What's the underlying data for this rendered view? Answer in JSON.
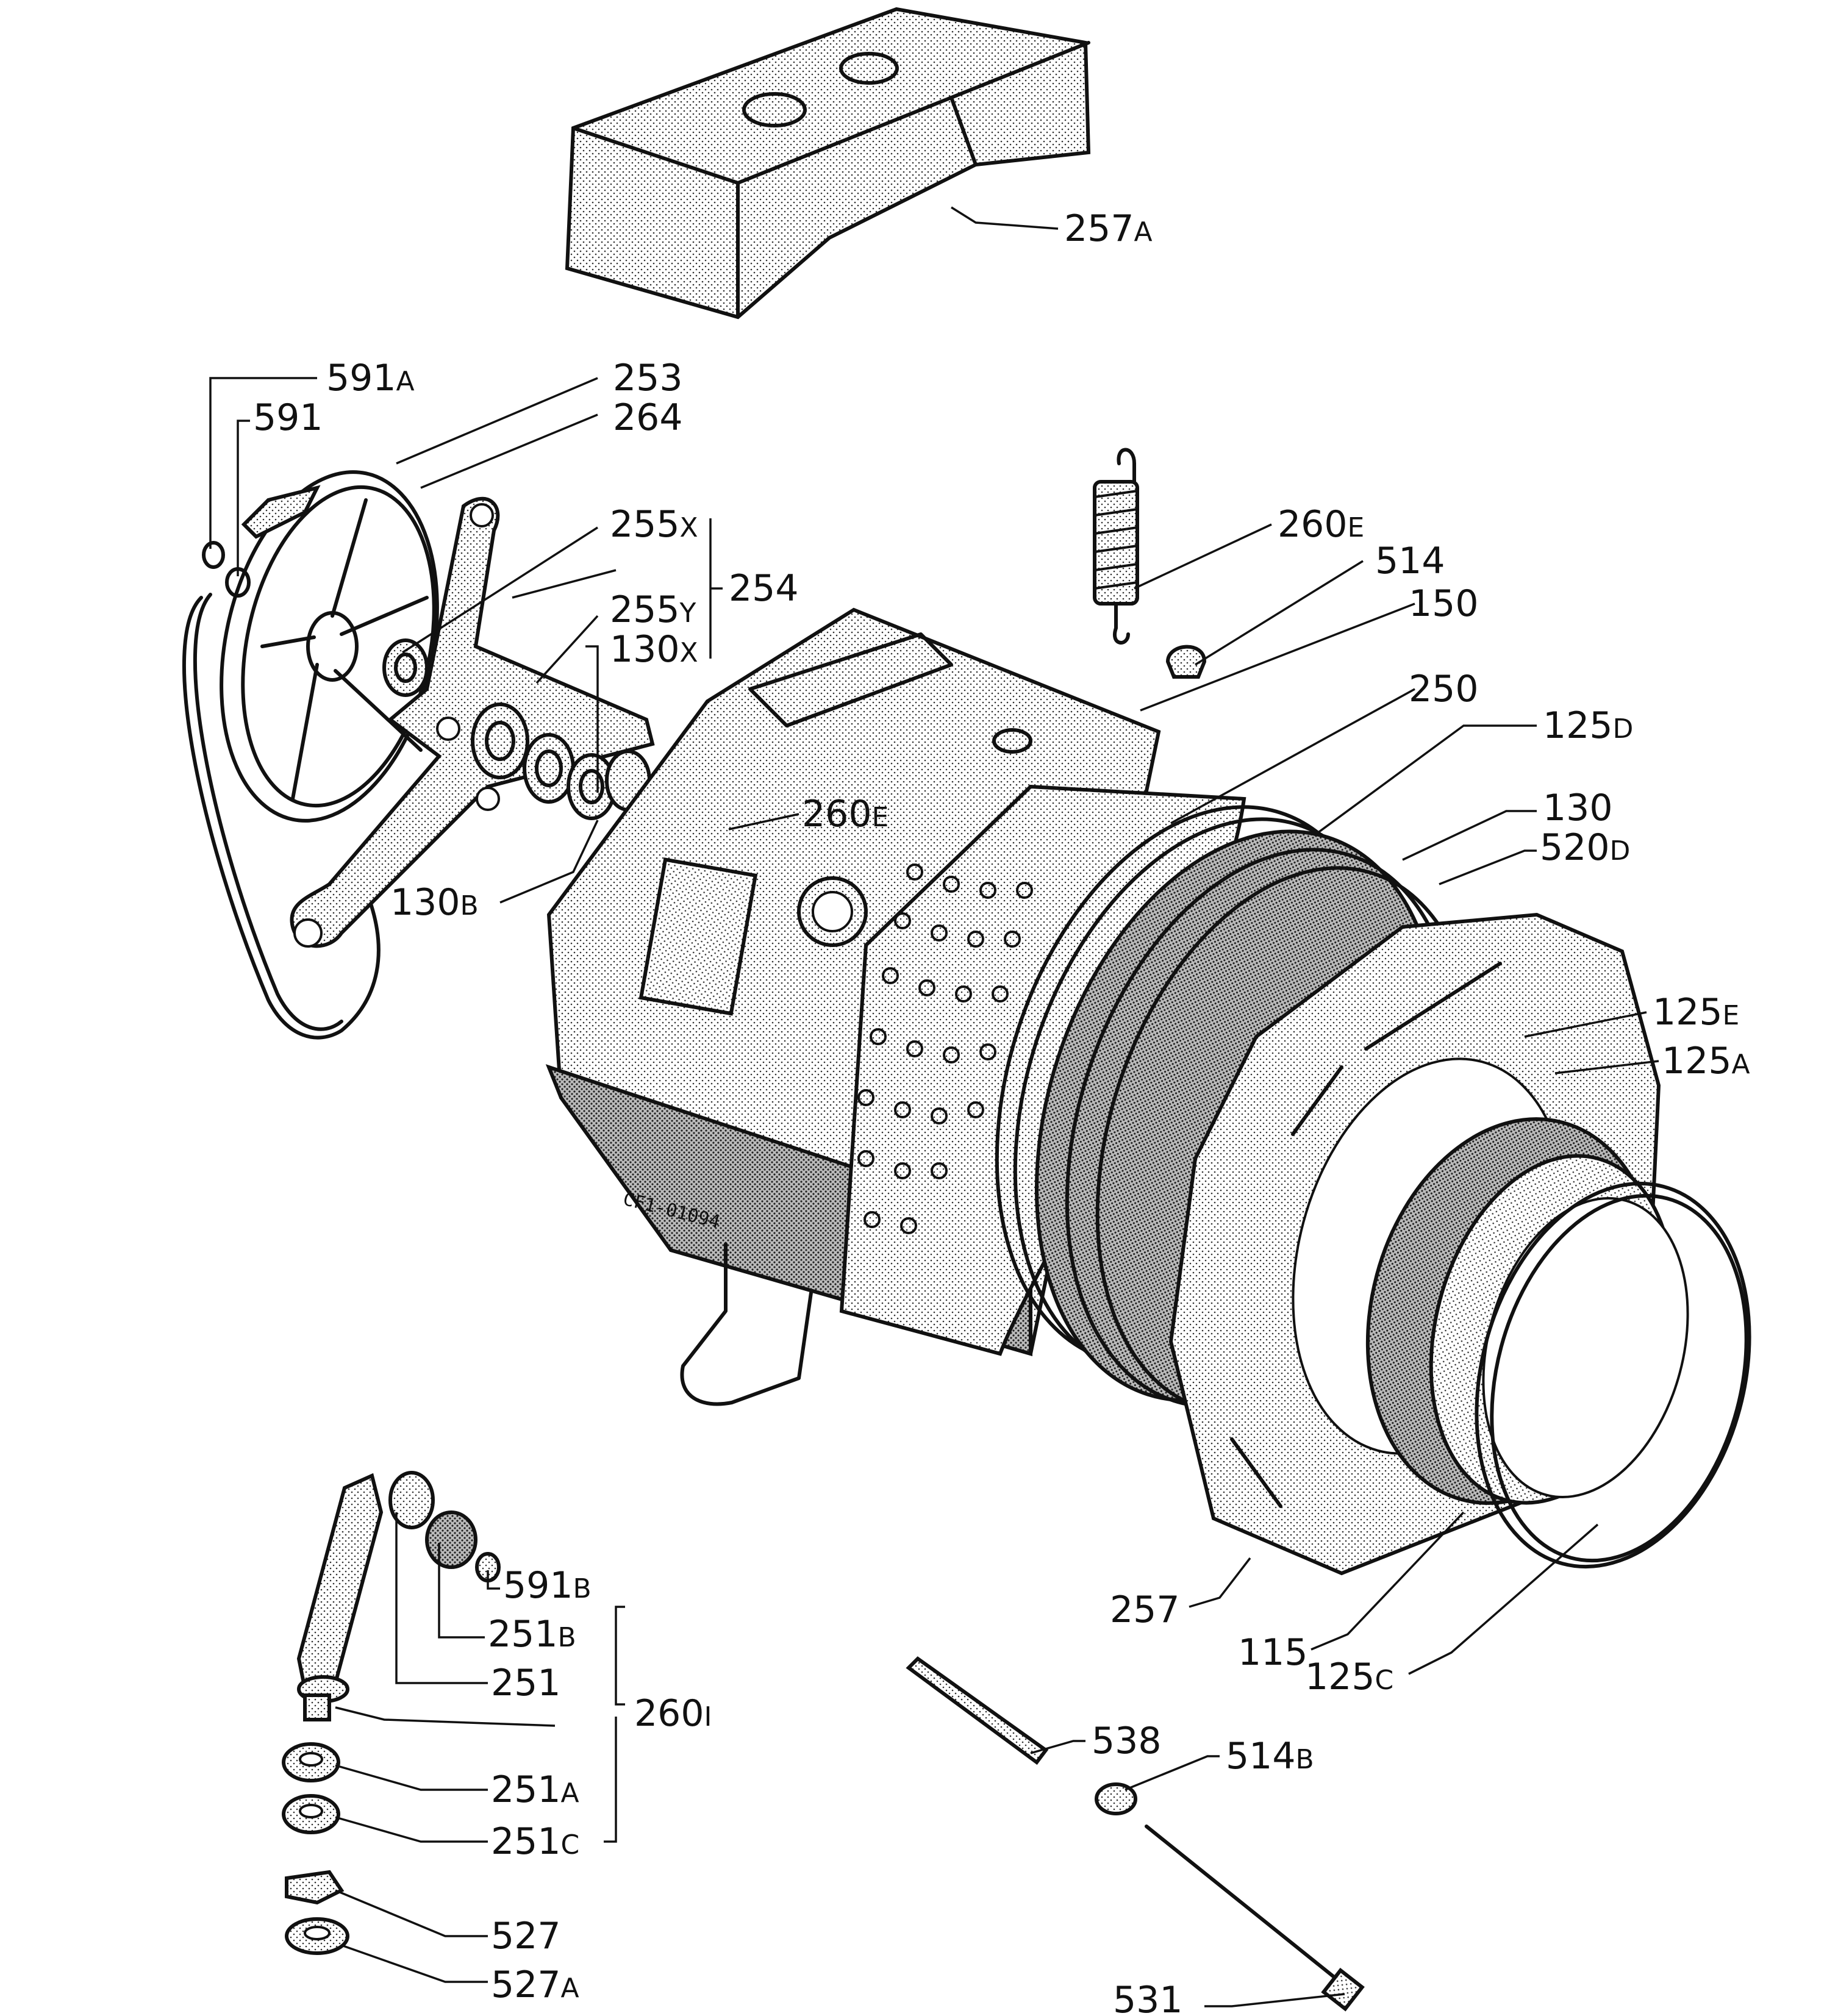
{
  "callouts": [
    {
      "id": "257A",
      "num": "257",
      "sub": "A"
    },
    {
      "id": "591A",
      "num": "591",
      "sub": "A"
    },
    {
      "id": "253",
      "num": "253",
      "sub": ""
    },
    {
      "id": "591",
      "num": "591",
      "sub": ""
    },
    {
      "id": "264",
      "num": "264",
      "sub": ""
    },
    {
      "id": "255X",
      "num": "255",
      "sub": "X"
    },
    {
      "id": "254",
      "num": "254",
      "sub": ""
    },
    {
      "id": "255Y",
      "num": "255",
      "sub": "Y"
    },
    {
      "id": "130X",
      "num": "130",
      "sub": "X"
    },
    {
      "id": "130B",
      "num": "130",
      "sub": "B"
    },
    {
      "id": "260E-top",
      "num": "260",
      "sub": "E"
    },
    {
      "id": "514",
      "num": "514",
      "sub": ""
    },
    {
      "id": "150",
      "num": "150",
      "sub": ""
    },
    {
      "id": "260E-mid",
      "num": "260",
      "sub": "E"
    },
    {
      "id": "250",
      "num": "250",
      "sub": ""
    },
    {
      "id": "125D",
      "num": "125",
      "sub": "D"
    },
    {
      "id": "130",
      "num": "130",
      "sub": ""
    },
    {
      "id": "520D",
      "num": "520",
      "sub": "D"
    },
    {
      "id": "125E",
      "num": "125",
      "sub": "E"
    },
    {
      "id": "125A",
      "num": "125",
      "sub": "A"
    },
    {
      "id": "591B",
      "num": "591",
      "sub": "B"
    },
    {
      "id": "251B",
      "num": "251",
      "sub": "B"
    },
    {
      "id": "251",
      "num": "251",
      "sub": ""
    },
    {
      "id": "260I",
      "num": "260",
      "sub": "I"
    },
    {
      "id": "251A",
      "num": "251",
      "sub": "A"
    },
    {
      "id": "251C",
      "num": "251",
      "sub": "C"
    },
    {
      "id": "527",
      "num": "527",
      "sub": ""
    },
    {
      "id": "527A",
      "num": "527",
      "sub": "A"
    },
    {
      "id": "257",
      "num": "257",
      "sub": ""
    },
    {
      "id": "115",
      "num": "115",
      "sub": ""
    },
    {
      "id": "125C",
      "num": "125",
      "sub": "C"
    },
    {
      "id": "538",
      "num": "538",
      "sub": ""
    },
    {
      "id": "514B",
      "num": "514",
      "sub": "B"
    },
    {
      "id": "531",
      "num": "531",
      "sub": ""
    }
  ],
  "stamp": "CF1-01094"
}
